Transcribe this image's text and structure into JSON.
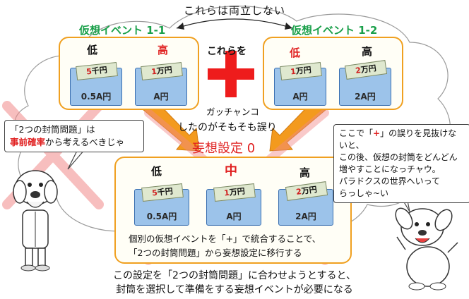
{
  "top_label": "これらは両立しない",
  "event1": {
    "title": "仮想イベント 1-1",
    "low_label": "低",
    "high_label": "高",
    "low_bill": {
      "value": "5",
      "unit": "千円"
    },
    "high_bill": {
      "value": "1",
      "unit": "万円"
    },
    "low_env": "0.5A円",
    "high_env": "A円"
  },
  "event2": {
    "title": "仮想イベント 1-2",
    "low_label": "低",
    "high_label": "高",
    "low_bill": {
      "value": "1",
      "unit": "万円"
    },
    "high_bill": {
      "value": "2",
      "unit": "万円"
    },
    "low_env": "A円",
    "high_env": "2A円"
  },
  "center": {
    "combine_label": "これらを",
    "gacchanko": "ガッチャンコ",
    "mistake": "したのがそもそも誤り",
    "setting": "妄想設定 0"
  },
  "setting0": {
    "low_label": "低",
    "mid_label": "中",
    "high_label": "高",
    "low_bill": {
      "value": "5",
      "unit": "千円"
    },
    "mid_bill": {
      "value": "1",
      "unit": "万円"
    },
    "high_bill": {
      "value": "2",
      "unit": "万円"
    },
    "low_env": "0.5A円",
    "mid_env": "A円",
    "high_env": "2A円",
    "caption_line1": "個別の仮想イベントを「+」で統合することで、",
    "caption_line2": "「2つの封筒問題」から妄想設定に移行する"
  },
  "left_bubble": {
    "line1": "「2つの封筒問題」は",
    "line2_red": "事前確率",
    "line2_rest": "から考えるべきじゃ"
  },
  "right_bubble": {
    "line1_a": "ここで「",
    "line1_plus": "+",
    "line1_b": "」の誤りを見抜けないと、",
    "line2": "この後、仮想の封筒をどんどん",
    "line3": "増やすことになっチャウ。",
    "line4": "パラドクスの世界へいって",
    "line5": "らっしゃ~い"
  },
  "bottom": {
    "line1": "この設定を「2つの封筒問題」に合わせようとすると、",
    "line2": "封筒を選択して準備をする妄想イベントが必要になる"
  },
  "colors": {
    "orange": "#f0a020",
    "red": "#e02020",
    "green": "#1aa04a",
    "envelope": "#9cc3ea"
  }
}
